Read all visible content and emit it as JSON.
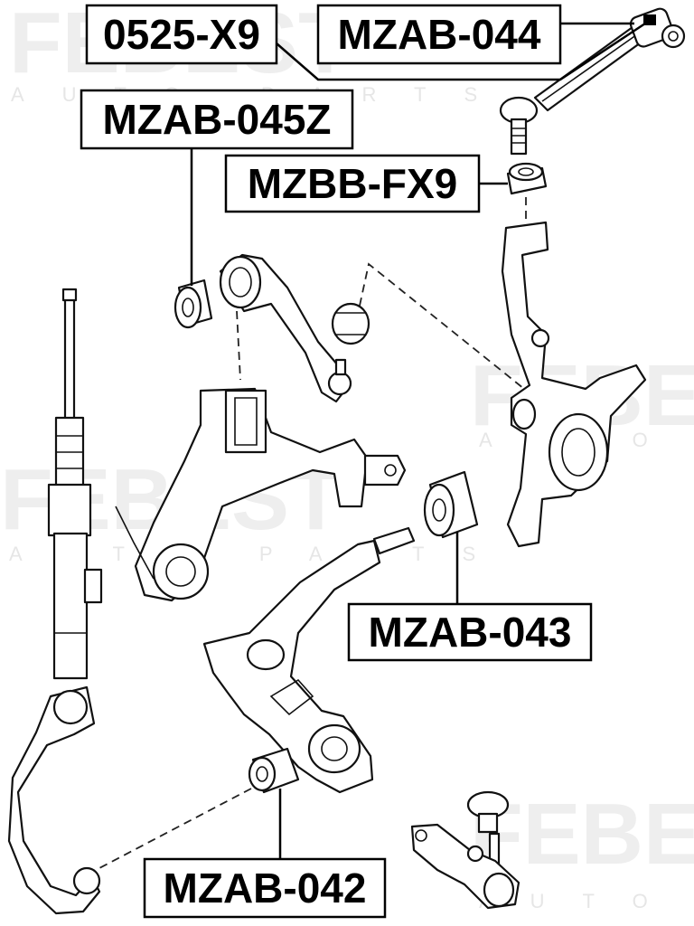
{
  "watermark": {
    "brand": "FEBEST",
    "sub": "AUTO PARTS"
  },
  "labels": {
    "p0525": "0525-X9",
    "mzab044": "MZAB-044",
    "mzab045z": "MZAB-045Z",
    "mzbbfx9": "MZBB-FX9",
    "mzab043": "MZAB-043",
    "mzab042": "MZAB-042"
  },
  "colors": {
    "line": "#000000",
    "watermark": "#eeeeee"
  }
}
